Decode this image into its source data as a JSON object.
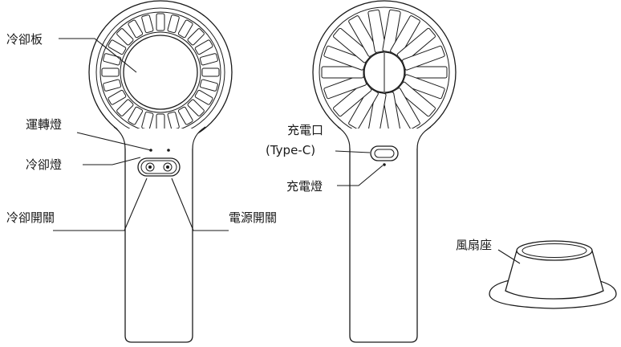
{
  "labels": {
    "cooling_plate": "冷卻板",
    "running_light": "運轉燈",
    "cooling_light": "冷卻燈",
    "cooling_switch": "冷卻開關",
    "power_switch": "電源開關",
    "charging_port_line1": "充電口",
    "charging_port_line2": "(Type-C)",
    "charging_light": "充電燈",
    "fan_base": "風扇座"
  }
}
